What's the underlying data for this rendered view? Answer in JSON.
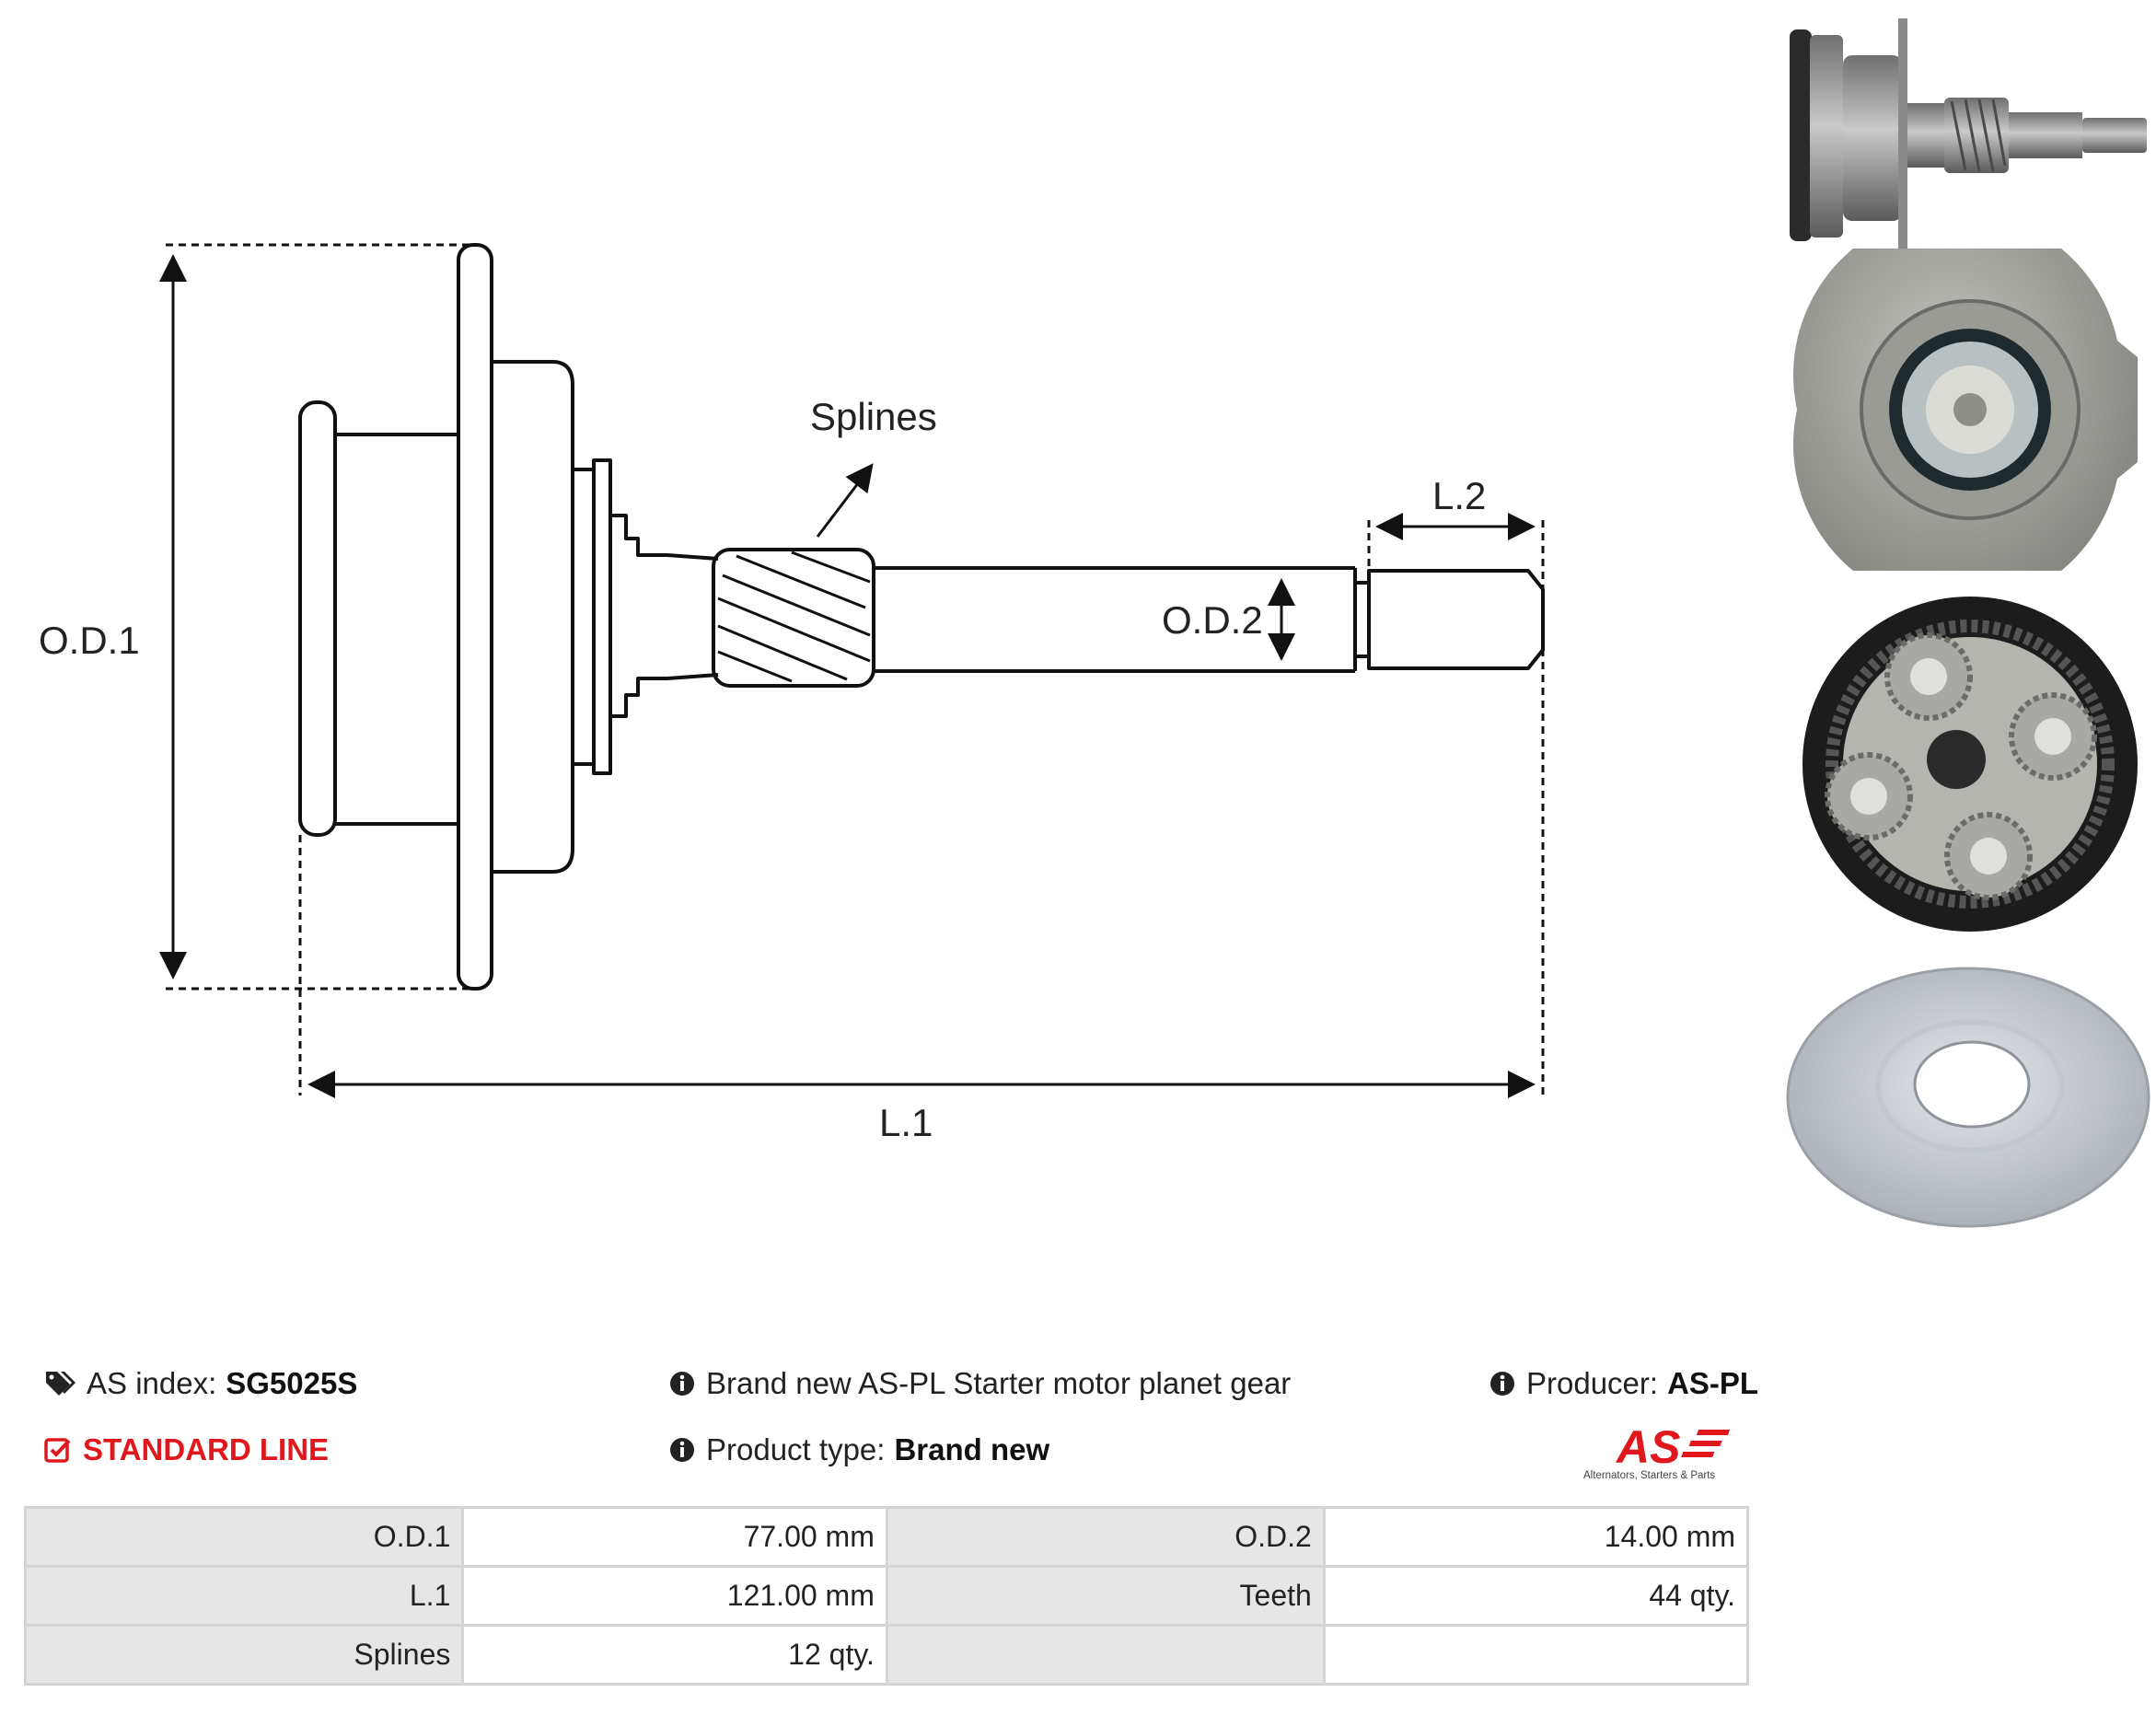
{
  "drawing": {
    "labels": {
      "od1": "O.D.1",
      "od2": "O.D.2",
      "l1": "L.1",
      "l2": "L.2",
      "splines": "Splines"
    }
  },
  "photos": [
    {
      "name": "planet-gear-side-view"
    },
    {
      "name": "planet-gear-front-view"
    },
    {
      "name": "planet-gear-gears-view"
    },
    {
      "name": "planet-gear-washer"
    }
  ],
  "info": {
    "as_index_label": "AS index:",
    "as_index_value": "SG5025S",
    "description": "Brand new AS-PL Starter motor planet gear",
    "producer_label": "Producer:",
    "producer_value": "AS-PL",
    "line": "STANDARD LINE",
    "product_type_label": "Product type:",
    "product_type_value": "Brand new"
  },
  "logo": {
    "text": "AS",
    "tagline": "Alternators, Starters & Parts"
  },
  "specs": [
    {
      "k1": "O.D.1",
      "v1": "77.00 mm",
      "k2": "O.D.2",
      "v2": "14.00 mm"
    },
    {
      "k1": "L.1",
      "v1": "121.00 mm",
      "k2": "Teeth",
      "v2": "44 qty."
    },
    {
      "k1": "Splines",
      "v1": "12 qty.",
      "k2": "",
      "v2": ""
    }
  ],
  "colors": {
    "accent_red": "#e0181e",
    "table_key_bg": "#e6e6e6",
    "table_border": "#d4d4d4"
  }
}
